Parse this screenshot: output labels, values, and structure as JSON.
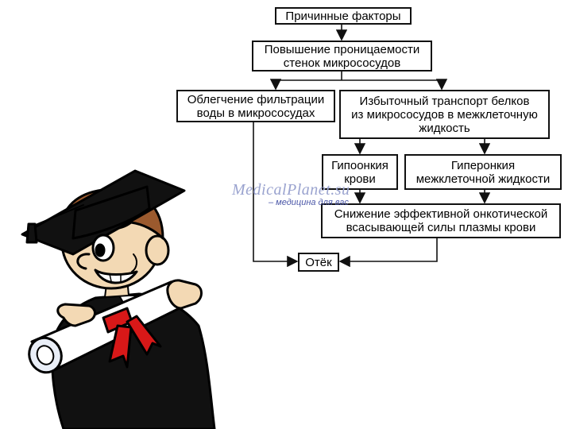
{
  "diagram": {
    "nodes": {
      "causes": "Причинные факторы",
      "permeability": "Повышение проницаемости\nстенок микрососудов",
      "filtration": "Облегчение фильтрации\nводы в микрососудах",
      "protein_transport": "Избыточный транспорт белков\nиз микрососудов в межклеточную\nжидкость",
      "hypooncia": "Гипоонкия\nкрови",
      "hyperoncia": "Гиперонкия\nмежклеточной  жидкости",
      "reduced_suction": "Снижение эффективной онкотической\nвсасывающей силы плазмы крови",
      "edema": "Отёк"
    }
  },
  "watermark": {
    "site": "MedicalPlanet.su",
    "tagline": "– медицина для вас"
  },
  "illustration": {
    "icon": "graduate-student-with-diploma"
  }
}
